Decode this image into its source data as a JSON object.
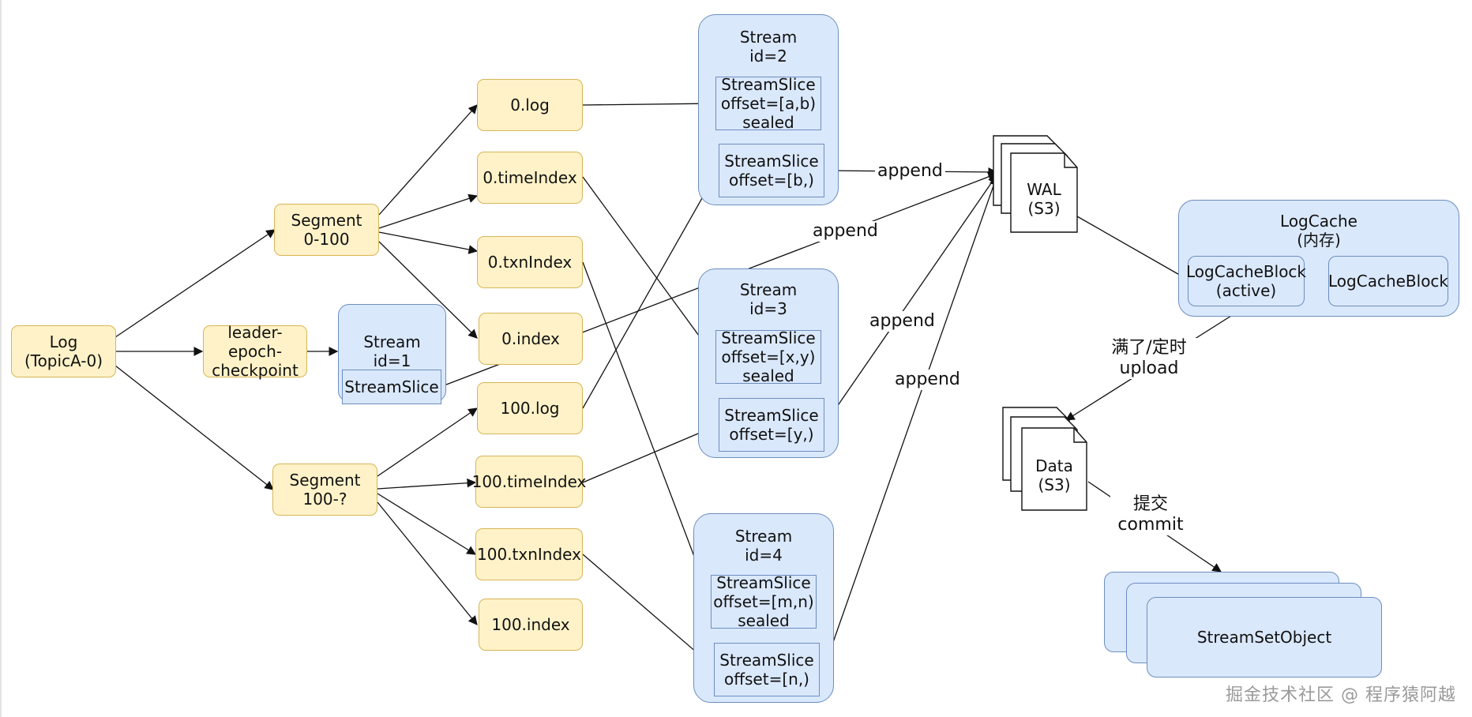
{
  "nodes": {
    "log": "Log\n(TopicA-0)",
    "leader_epoch": "leader-epoch-\ncheckpoint",
    "segment_0": "Segment\n0-100",
    "segment_100": "Segment\n100-?",
    "file_0_log": "0.log",
    "file_0_timeindex": "0.timeIndex",
    "file_0_txnindex": "0.txnIndex",
    "file_0_index": "0.index",
    "file_100_log": "100.log",
    "file_100_timeindex": "100.timeIndex",
    "file_100_txnindex": "100.txnIndex",
    "file_100_index": "100.index"
  },
  "streams": {
    "stream1": {
      "title": "Stream\nid=1",
      "slice": "StreamSlice"
    },
    "stream2": {
      "title": "Stream\nid=2",
      "slice_sealed": "StreamSlice\noffset=[a,b)\nsealed",
      "slice_active": "StreamSlice\noffset=[b,)"
    },
    "stream3": {
      "title": "Stream\nid=3",
      "slice_sealed": "StreamSlice\noffset=[x,y)\nsealed",
      "slice_active": "StreamSlice\noffset=[y,)"
    },
    "stream4": {
      "title": "Stream\nid=4",
      "slice_sealed": "StreamSlice\noffset=[m,n)\nsealed",
      "slice_active": "StreamSlice\noffset=[n,)"
    }
  },
  "wal": "WAL\n(S3)",
  "data": "Data\n(S3)",
  "logcache": {
    "title": "LogCache\n(内存)",
    "block_active": "LogCacheBlock\n(active)",
    "block": "LogCacheBlock"
  },
  "stream_set_object": "StreamSetObject",
  "edge_labels": {
    "append_1": "append",
    "append_2": "append",
    "append_3": "append",
    "append_4": "append",
    "upload": "满了/定时\nupload",
    "commit": "提交\ncommit"
  },
  "watermark": "掘金技术社区 @ 程序猿阿越"
}
